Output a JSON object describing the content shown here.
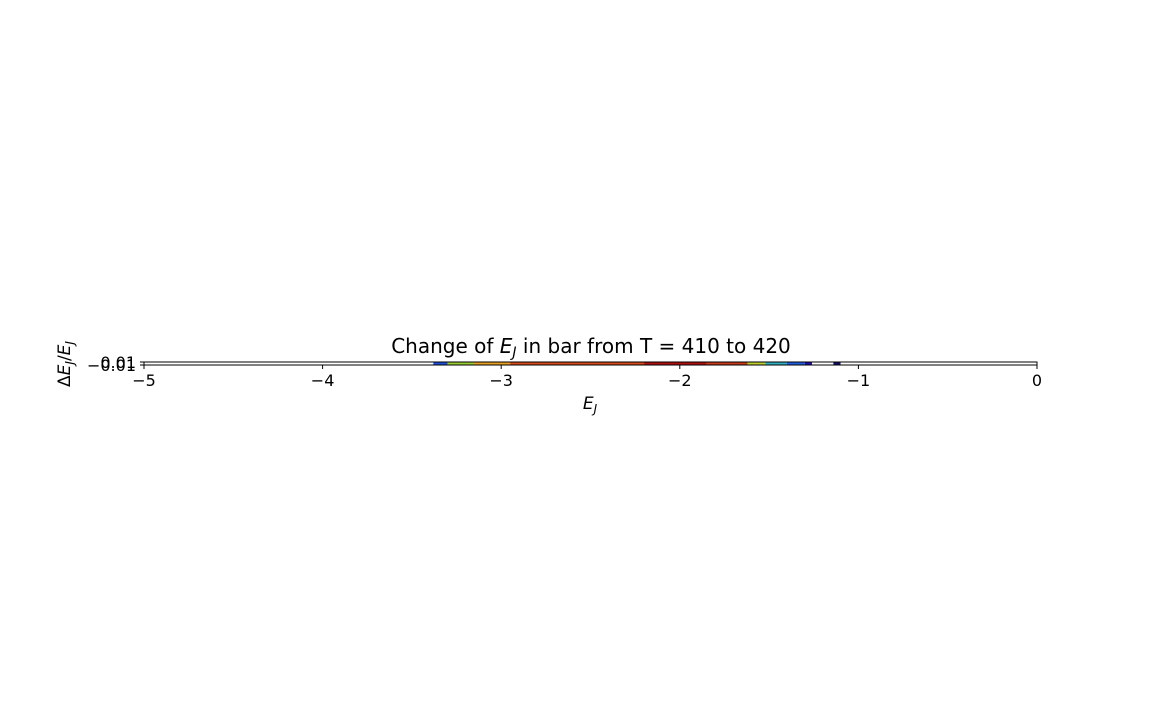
{
  "chart_data": {
    "type": "heatmap",
    "title": {
      "prefix": "Change of ",
      "math_main": "E",
      "math_sub": "J",
      "suffix": " in bar from T = 410 to 420"
    },
    "xlabel": {
      "main": "E",
      "sub": "J"
    },
    "ylabel": {
      "delta": "Δ",
      "main": "E",
      "sub": "J",
      "sep": "/",
      "main2": "E",
      "sub2": "J"
    },
    "xlim": [
      -5,
      0
    ],
    "ylim": [
      -0.01,
      0.01
    ],
    "xticks": [
      {
        "value": -5,
        "label": "−5"
      },
      {
        "value": -4,
        "label": "−4"
      },
      {
        "value": -3,
        "label": "−3"
      },
      {
        "value": -2,
        "label": "−2"
      },
      {
        "value": -1,
        "label": "−1"
      },
      {
        "value": 0,
        "label": "0"
      }
    ],
    "yticks": [
      {
        "value": 0.01,
        "label": "0.01"
      },
      {
        "value": -0.01,
        "label": "−0.01"
      }
    ],
    "grid": false,
    "colormap": "jet",
    "segments": [
      {
        "x0": -3.38,
        "x1": -3.3,
        "color": "#1f4fd8"
      },
      {
        "x0": -3.3,
        "x1": -3.15,
        "color": "#9acd32"
      },
      {
        "x0": -3.15,
        "x1": -2.95,
        "color": "#e8a020"
      },
      {
        "x0": -2.95,
        "x1": -2.2,
        "color": "#d84a1a"
      },
      {
        "x0": -2.2,
        "x1": -1.85,
        "color": "#b01010"
      },
      {
        "x0": -1.85,
        "x1": -1.62,
        "color": "#c83a1a"
      },
      {
        "x0": -1.62,
        "x1": -1.52,
        "color": "#c0d030"
      },
      {
        "x0": -1.52,
        "x1": -1.4,
        "color": "#30b0c0"
      },
      {
        "x0": -1.4,
        "x1": -1.3,
        "color": "#2060e0"
      },
      {
        "x0": -1.3,
        "x1": -1.26,
        "color": "#2010a0"
      },
      {
        "x0": -1.14,
        "x1": -1.1,
        "color": "#101060"
      }
    ]
  }
}
